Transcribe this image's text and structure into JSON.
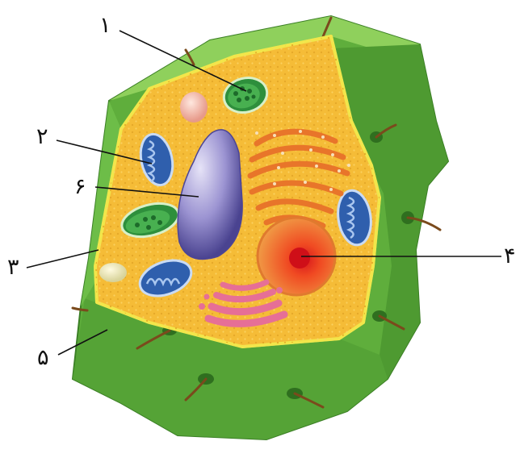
{
  "figure": {
    "labels": [
      {
        "id": "label-1",
        "text": "۱",
        "structure": "chloroplast"
      },
      {
        "id": "label-2",
        "text": "۲",
        "structure": "mitochondrion"
      },
      {
        "id": "label-3",
        "text": "۳",
        "structure": "cell-membrane"
      },
      {
        "id": "label-4",
        "text": "۴",
        "structure": "nucleus"
      },
      {
        "id": "label-5",
        "text": "۵",
        "structure": "cell-wall"
      },
      {
        "id": "label-6",
        "text": "۶",
        "structure": "vacuole"
      }
    ]
  },
  "colors": {
    "cell_wall": "#6fbf4a",
    "cell_wall_dark": "#3f8f2a",
    "cytoplasm": "#f6bf3a",
    "membrane": "#f3e24a",
    "vacuole": "#8c83c9",
    "nucleus": "#e9582a",
    "er": "#e9772a",
    "golgi": "#e9739a",
    "mitochondria": "#3a6fbf",
    "chloroplast": "#3fae4a"
  }
}
